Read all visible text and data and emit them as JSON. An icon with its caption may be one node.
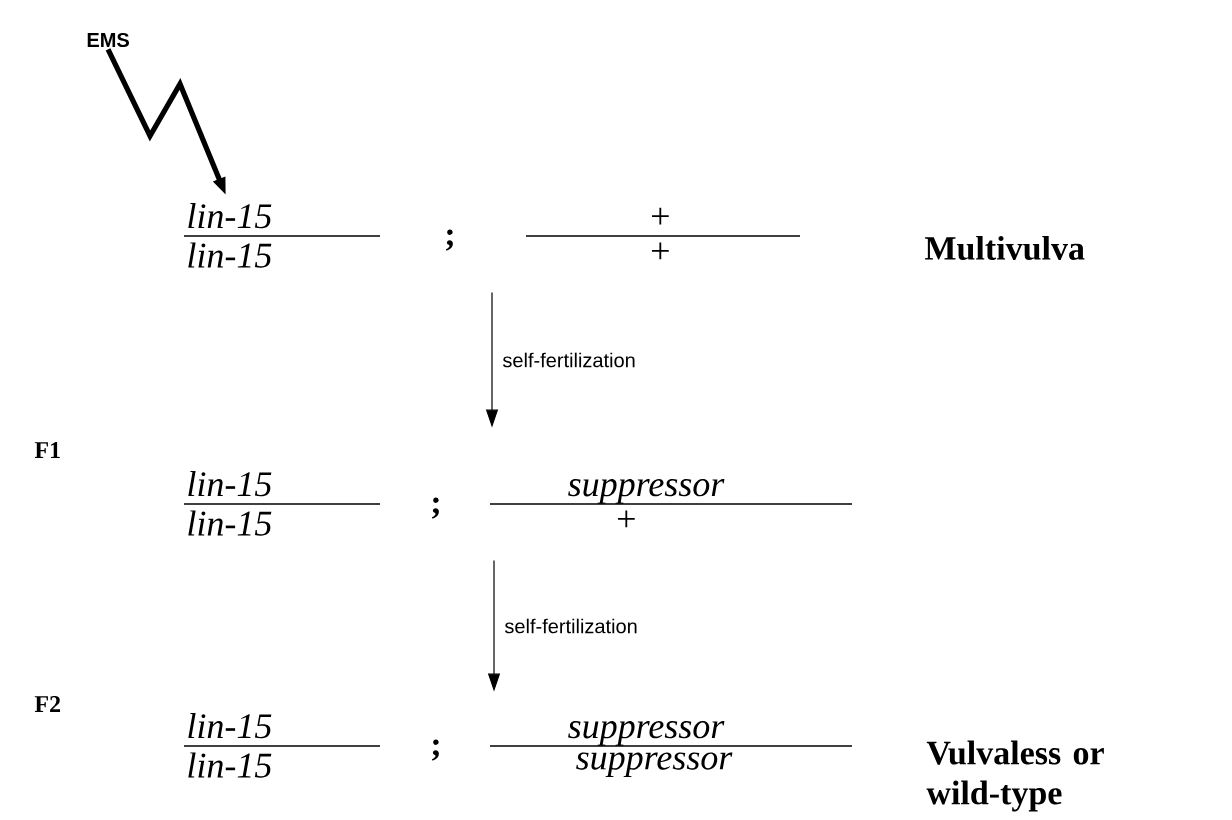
{
  "diagram": {
    "nodes": [
      {
        "text": [
          "EMS"
        ]
      },
      {
        "text": [
          "lin-15",
          "lin-15",
          ";",
          "+",
          "+"
        ],
        "beside": [
          "Multivulva"
        ]
      },
      {
        "text": [
          "lin-15",
          "lin-15",
          ";",
          "suppressor",
          "+"
        ]
      },
      {
        "text": [
          "lin-15",
          "lin-15",
          ";",
          "suppressor",
          "suppressor"
        ],
        "beside": [
          "Vulvaless or wild-type"
        ]
      }
    ],
    "edges": [
      {
        "from": 0,
        "to": 1,
        "arrow": "to",
        "style": "thick"
      },
      {
        "from": 1,
        "to": 2,
        "arrow": "to",
        "label": "self-fertilization"
      },
      {
        "from": 2,
        "to": 3,
        "arrow": "to",
        "label": "self-fertilization"
      }
    ],
    "labels": [
      "F1",
      "F2"
    ]
  }
}
